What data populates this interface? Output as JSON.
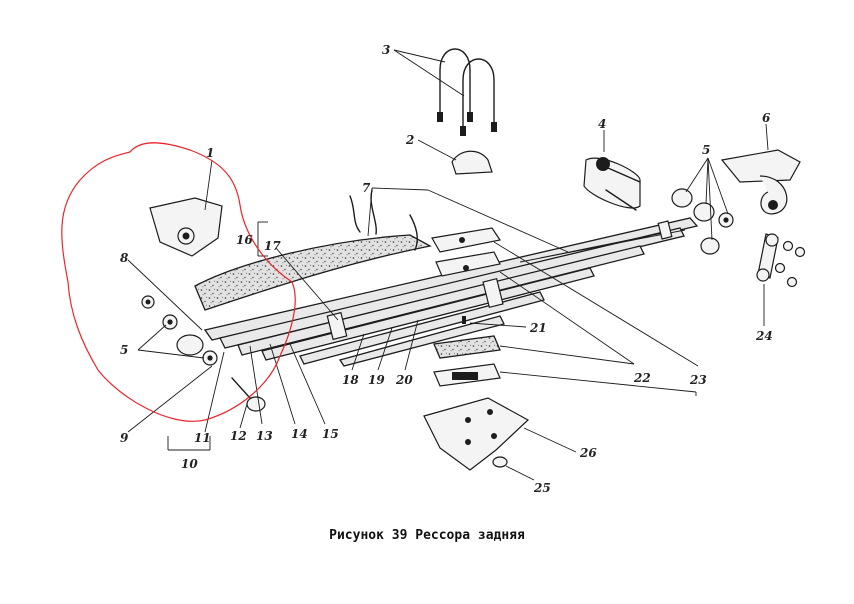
{
  "figure": {
    "caption": "Рисунок 39 Рессора задняя",
    "callouts": [
      "1",
      "2",
      "3",
      "4",
      "5",
      "6",
      "7",
      "8",
      "9",
      "10",
      "11",
      "12",
      "13",
      "14",
      "15",
      "16",
      "17",
      "18",
      "19",
      "20",
      "21",
      "22",
      "23",
      "24",
      "25",
      "26"
    ],
    "annotation_color": "#e8262b",
    "ink_color": "#1c1c1c"
  }
}
